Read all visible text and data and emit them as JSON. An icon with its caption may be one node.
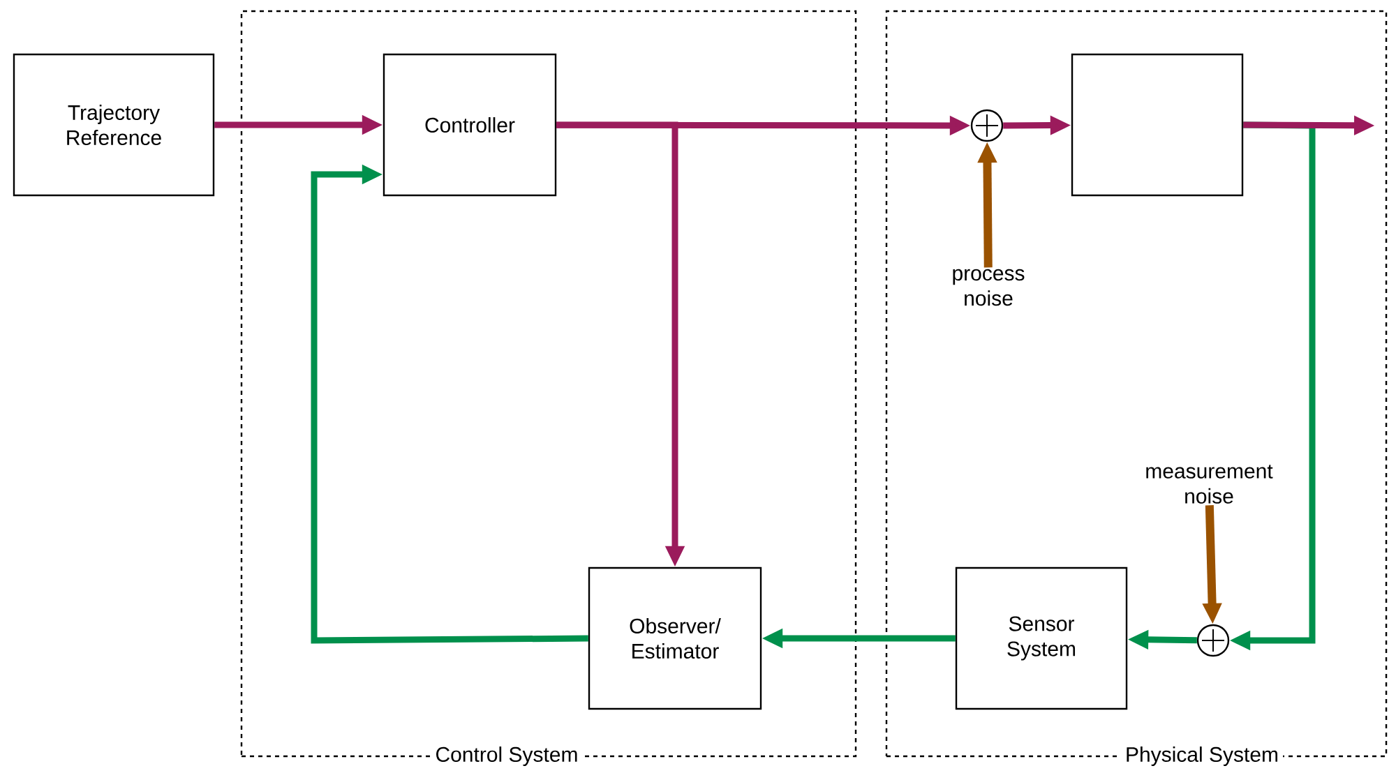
{
  "diagram": {
    "nodes": [
      {
        "text": [
          "Control System"
        ]
      },
      {
        "text": [
          "Physical System"
        ]
      },
      {
        "text": [
          "Trajectory Reference"
        ]
      },
      {
        "text": [
          "Controller"
        ],
        "in": 0
      },
      {
        "text": [],
        "shape": "circle",
        "in": 1
      },
      {
        "text": [],
        "shape": "box",
        "in": 1
      },
      {
        "text": [
          "process noise"
        ],
        "in": 1
      },
      {
        "text": [
          "measurement noise"
        ],
        "in": 1
      },
      {
        "text": [],
        "shape": "circle",
        "in": 1
      },
      {
        "text": [
          "Sensor System"
        ],
        "in": 1
      },
      {
        "text": [
          "Observer/ Estimator"
        ],
        "in": 0
      }
    ],
    "edges": [
      {
        "from": 2,
        "to": 3,
        "arrow": "to"
      },
      {
        "from": 3,
        "to": 4,
        "arrow": "to"
      },
      {
        "from": 3,
        "to": 10,
        "arrow": "to"
      },
      {
        "from": 4,
        "to": 5,
        "arrow": "to"
      },
      {
        "from": 5,
        "to": null,
        "arrow": "to"
      },
      {
        "from": 5,
        "to": 8,
        "arrow": "to",
        "color": "#00904c"
      },
      {
        "from": 6,
        "to": 4,
        "arrow": "to",
        "color": "#9a5200"
      },
      {
        "from": 7,
        "to": 8,
        "arrow": "to",
        "color": "#9a5200"
      },
      {
        "from": 8,
        "to": 9,
        "arrow": "to",
        "color": "#00904c"
      },
      {
        "from": 9,
        "to": 10,
        "arrow": "to",
        "color": "#00904c"
      },
      {
        "from": 10,
        "to": 3,
        "arrow": "to",
        "color": "#00904c"
      }
    ]
  }
}
